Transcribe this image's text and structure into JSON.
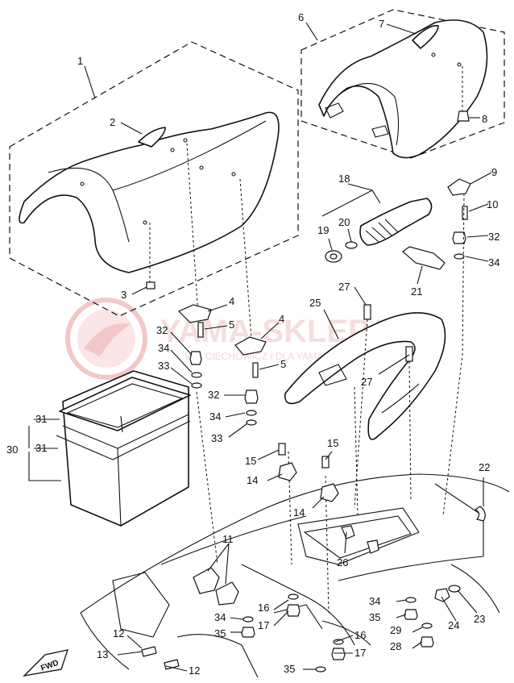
{
  "labels": {
    "l1": "1",
    "l2": "2",
    "l3": "3",
    "l4a": "4",
    "l4b": "4",
    "l5a": "5",
    "l5b": "5",
    "l6": "6",
    "l7": "7",
    "l8": "8",
    "l9": "9",
    "l10": "10",
    "l11": "11",
    "l12a": "12",
    "l12b": "12",
    "l13": "13",
    "l14a": "14",
    "l14b": "14",
    "l15a": "15",
    "l15b": "15",
    "l16a": "16",
    "l16b": "16",
    "l17a": "17",
    "l17b": "17",
    "l18": "18",
    "l19": "19",
    "l20": "20",
    "l21": "21",
    "l22": "22",
    "l23": "23",
    "l24": "24",
    "l25": "25",
    "l26": "26",
    "l27a": "27",
    "l27b": "27",
    "l28": "28",
    "l29": "29",
    "l30": "30",
    "l31a": "31",
    "l31b": "31",
    "l32a": "32",
    "l32b": "32",
    "l32c": "32",
    "l33a": "33",
    "l33b": "33",
    "l34a": "34",
    "l34b": "34",
    "l34c": "34",
    "l34d": "34",
    "l34e": "34",
    "l35a": "35",
    "l35b": "35",
    "l35c": "35"
  },
  "watermark": {
    "title": "YAMA-SKLEP.PL",
    "subtitle": "WŁ. CIECHOWICZ I DLA YAMAHA"
  },
  "fwd_label": "FWD",
  "icons": {
    "watermark_logo": "circle-logo-icon",
    "fwd_arrow": "direction-arrow-icon"
  }
}
